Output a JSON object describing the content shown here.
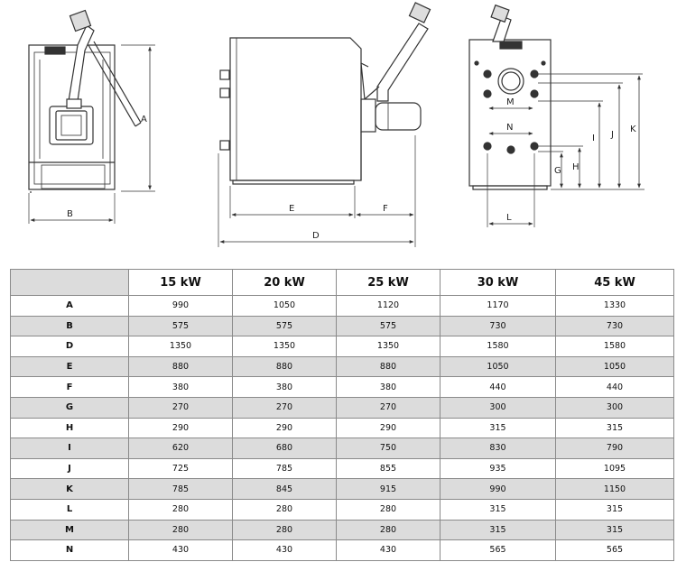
{
  "drawing": {
    "labels": {
      "A": "A",
      "B": "B",
      "D": "D",
      "E": "E",
      "F": "F",
      "G": "G",
      "H": "H",
      "I": "I",
      "J": "J",
      "K": "K",
      "L": "L",
      "M": "M",
      "N": "N"
    }
  },
  "table": {
    "headers": [
      "",
      "15 kW",
      "20 kW",
      "25 kW",
      "30 kW",
      "45 kW"
    ],
    "rows": [
      {
        "label": "A",
        "values": [
          "990",
          "1050",
          "1120",
          "1170",
          "1330"
        ]
      },
      {
        "label": "B",
        "values": [
          "575",
          "575",
          "575",
          "730",
          "730"
        ]
      },
      {
        "label": "D",
        "values": [
          "1350",
          "1350",
          "1350",
          "1580",
          "1580"
        ]
      },
      {
        "label": "E",
        "values": [
          "880",
          "880",
          "880",
          "1050",
          "1050"
        ]
      },
      {
        "label": "F",
        "values": [
          "380",
          "380",
          "380",
          "440",
          "440"
        ]
      },
      {
        "label": "G",
        "values": [
          "270",
          "270",
          "270",
          "300",
          "300"
        ]
      },
      {
        "label": "H",
        "values": [
          "290",
          "290",
          "290",
          "315",
          "315"
        ]
      },
      {
        "label": "I",
        "values": [
          "620",
          "680",
          "750",
          "830",
          "790"
        ]
      },
      {
        "label": "J",
        "values": [
          "725",
          "785",
          "855",
          "935",
          "1095"
        ]
      },
      {
        "label": "K",
        "values": [
          "785",
          "845",
          "915",
          "990",
          "1150"
        ]
      },
      {
        "label": "L",
        "values": [
          "280",
          "280",
          "280",
          "315",
          "315"
        ]
      },
      {
        "label": "M",
        "values": [
          "280",
          "280",
          "280",
          "315",
          "315"
        ]
      },
      {
        "label": "N",
        "values": [
          "430",
          "430",
          "430",
          "565",
          "565"
        ]
      }
    ]
  }
}
